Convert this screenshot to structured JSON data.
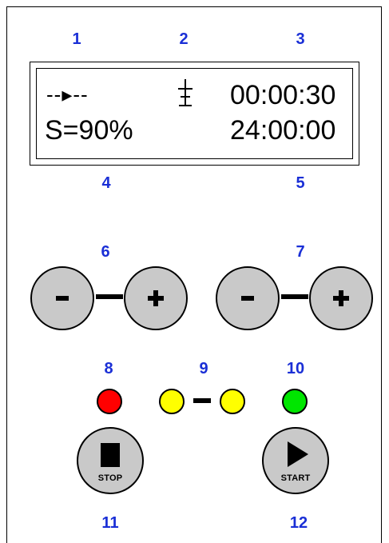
{
  "labels": {
    "n1": "1",
    "n2": "2",
    "n3": "3",
    "n4": "4",
    "n5": "5",
    "n6": "6",
    "n7": "7",
    "n8": "8",
    "n9": "9",
    "n10": "10",
    "n11": "11",
    "n12": "12"
  },
  "display": {
    "flow_indicator": "--▸--",
    "timer_top": "00:00:30",
    "speed": "S=90%",
    "timer_bottom": "24:00:00"
  },
  "buttons": {
    "stop_label": "STOP",
    "start_label": "START"
  },
  "colors": {
    "label_blue": "#1a2fd6",
    "button_gray": "#c9c9c9",
    "led_red": "#ff0000",
    "led_yellow": "#ffff00",
    "led_green": "#00e600"
  },
  "icons": {
    "minus": "minus-icon",
    "plus": "plus-icon",
    "stop": "stop-square-icon",
    "start": "play-triangle-icon",
    "symbol": "dagger-symbol-icon"
  }
}
